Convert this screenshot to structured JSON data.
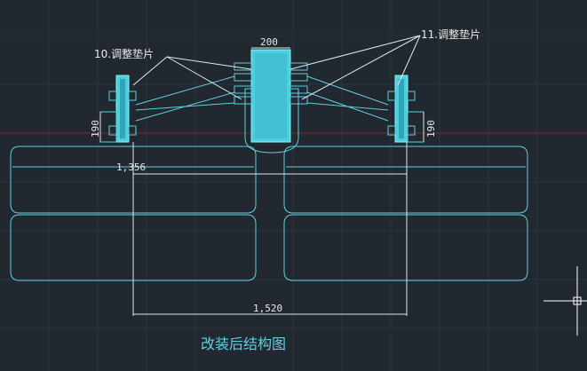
{
  "drawing": {
    "callout_left": "10.调整垫片",
    "callout_right": "11.调整垫片",
    "dim_top": "200",
    "dim_left_vertical": "190",
    "dim_right_vertical": "190",
    "dim_inner": "1,356",
    "dim_outer": "1,520",
    "caption": "改装后结构图"
  },
  "colors": {
    "background": "#212830",
    "grid": "#2c3640",
    "axis_red": "#7a2b2b",
    "outline_cyan": "#5fd0e0",
    "bright_cyan": "#7ff4ff",
    "leader_white": "#dfe8ee"
  },
  "icons": [
    "crosshair-cursor-icon"
  ]
}
